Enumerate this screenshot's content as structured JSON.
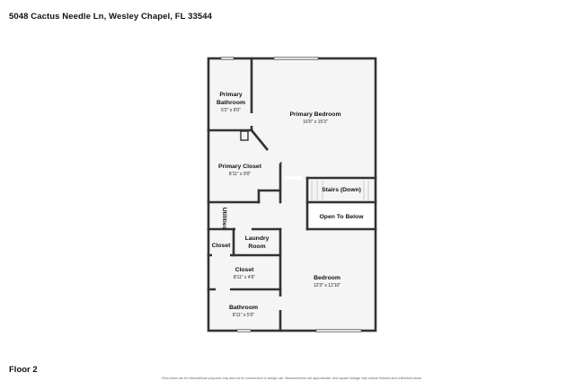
{
  "header": {
    "address": "5048 Cactus Needle Ln, Wesley Chapel, FL 33544"
  },
  "floor": {
    "label": "Floor 2"
  },
  "footer": {
    "disclaimer": "Floor plans are for informational purposes only and not for construction or design use. Measurements are approximate, and square footage may include finished and unfinished areas.",
    "links": [
      "",
      "",
      "",
      "",
      ""
    ]
  },
  "rooms": {
    "primary_bathroom": {
      "name_line1": "Primary",
      "name_line2": "Bathroom",
      "dims": "5'2\" x 9'0\""
    },
    "primary_bedroom": {
      "name": "Primary Bedroom",
      "dims": "16'0\" x 15'3\""
    },
    "primary_closet": {
      "name": "Primary Closet",
      "dims": "8'11\" x 9'0\""
    },
    "stairs": {
      "name": "Stairs (Down)"
    },
    "open_to_below": {
      "name": "Open To Below"
    },
    "utilities": {
      "name": "Utilities"
    },
    "closet_small": {
      "name": "Closet"
    },
    "laundry": {
      "name_line1": "Laundry",
      "name_line2": "Room"
    },
    "closet": {
      "name": "Closet",
      "dims": "8'11\" x 4'6\""
    },
    "bedroom": {
      "name": "Bedroom",
      "dims": "12'3\" x 12'10\""
    },
    "bathroom": {
      "name": "Bathroom",
      "dims": "8'11\" x 5'0\""
    }
  },
  "colors": {
    "wall": "#333333",
    "floor": "#f5f5f5",
    "window": "#dcdcdc"
  }
}
